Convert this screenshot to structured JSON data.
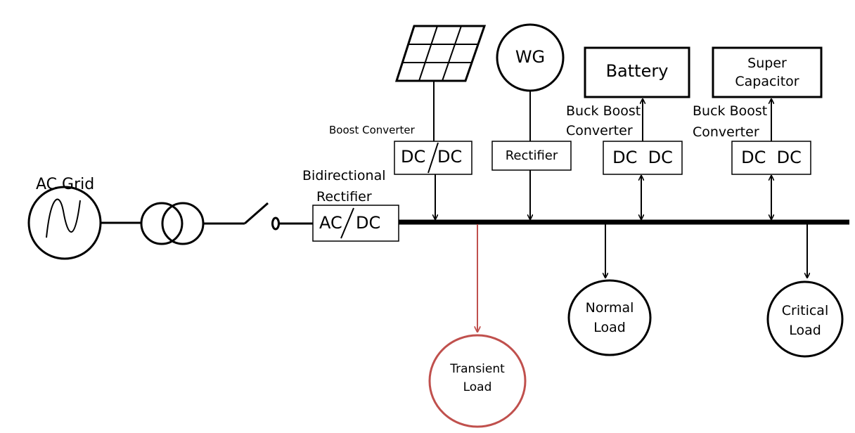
{
  "labels": {
    "ac_grid": "AC Grid",
    "bidirectional": "Bidirectional",
    "rectifier_word": "Rectifier",
    "ac_dc_left": "AC",
    "ac_dc_right": "DC",
    "boost_converter": "Boost Converter",
    "dc_dc_left": "DC",
    "dc_dc_right": "DC",
    "wg": "WG",
    "rectifier_box": "Rectifier",
    "battery": "Battery",
    "battery_conv_line1": "Buck Boost",
    "battery_conv_line2": "Converter",
    "battery_dcdc": "DC  DC",
    "supercap_line1": "Super",
    "supercap_line2": "Capacitor",
    "supercap_conv_line1": "Buck Boost",
    "supercap_conv_line2": "Converter",
    "supercap_dcdc": "DC  DC",
    "normal_load_line1": "Normal",
    "normal_load_line2": "Load",
    "critical_load_line1": "Critical",
    "critical_load_line2": "Load",
    "transient_load_line1": "Transient",
    "transient_load_line2": "Load"
  },
  "colors": {
    "line": "#000000",
    "transient": "#c0504d"
  }
}
